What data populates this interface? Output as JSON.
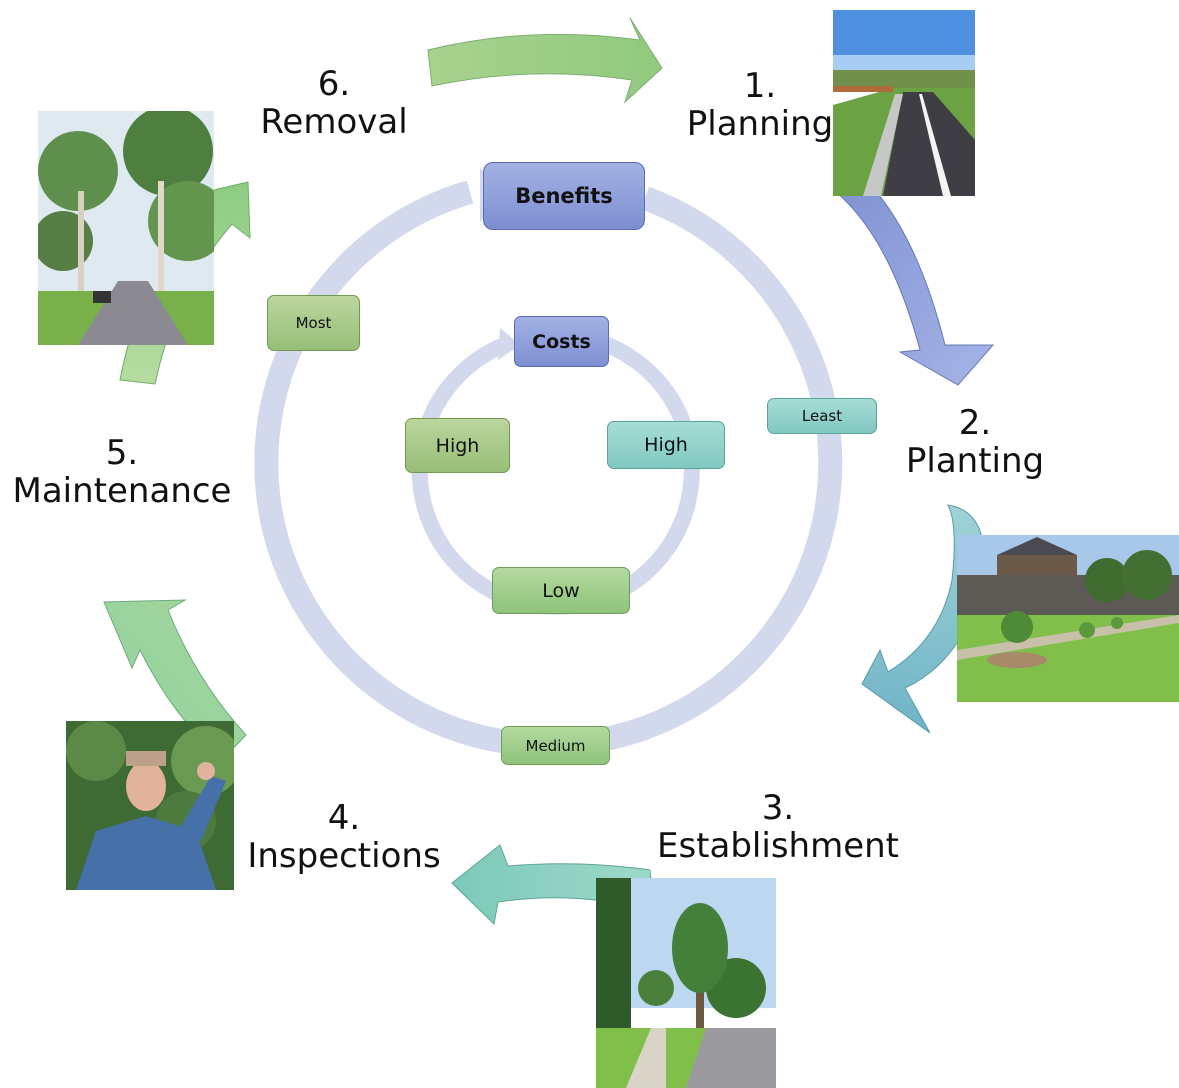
{
  "stages": [
    {
      "number": "1.",
      "name": "Planning"
    },
    {
      "number": "2.",
      "name": "Planting"
    },
    {
      "number": "3.",
      "name": "Establishment"
    },
    {
      "number": "4.",
      "name": "Inspections"
    },
    {
      "number": "5.",
      "name": "Maintenance"
    },
    {
      "number": "6.",
      "name": "Removal"
    }
  ],
  "benefits": {
    "title": "Benefits",
    "labels": {
      "least": "Least",
      "medium": "Medium",
      "most": "Most"
    }
  },
  "costs": {
    "title": "Costs",
    "labels": {
      "high_right": "High",
      "low": "Low",
      "high_left": "High"
    }
  },
  "colors": {
    "outer_ring": "#d3d9ec",
    "arrow_blue": "#8d9fd8",
    "arrow_teal": "#8ccdc4",
    "arrow_green": "#97cf8a"
  },
  "photos": [
    {
      "icon": "road-photo-icon"
    },
    {
      "icon": "planted-saplings-photo-icon"
    },
    {
      "icon": "young-tree-photo-icon"
    },
    {
      "icon": "arborist-inspection-photo-icon"
    },
    {
      "icon": "mature-gum-trees-photo-icon"
    }
  ]
}
